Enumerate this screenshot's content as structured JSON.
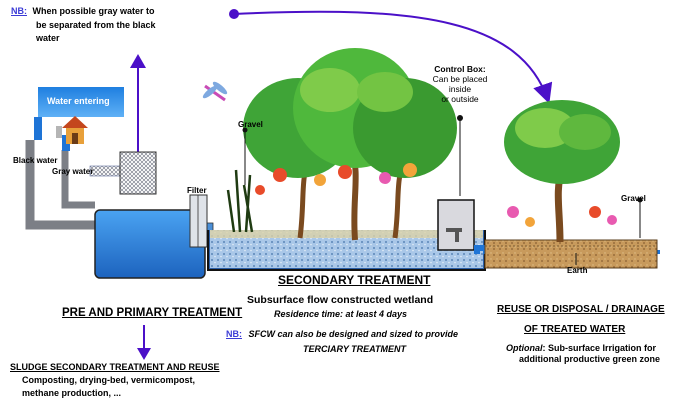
{
  "note_top": {
    "nb": "NB:",
    "line1": "When possible gray water to",
    "line2": "be   separated  from  the  black",
    "line3": "water"
  },
  "labels": {
    "water_entering": "Water entering",
    "black_water": "Black water",
    "gray_water": "Gray water",
    "filter": "Filter",
    "gravel_left": "Gravel",
    "gravel_right": "Gravel",
    "earth": "Earth",
    "control_box_title": "Control Box:",
    "control_box_1": "Can be placed",
    "control_box_2": "inside",
    "control_box_3": "or outside"
  },
  "primary": {
    "title": "PRE AND PRIMARY TREATMENT"
  },
  "secondary": {
    "title": "SECONDARY TREATMENT",
    "subtitle": "Subsurface flow constructed wetland",
    "residence": "Residence time: at least 4 days",
    "nb": "NB:",
    "note1": "SFCW can also be designed and sized to provide",
    "note2": "TERCIARY TREATMENT"
  },
  "reuse": {
    "title1": "REUSE OR DISPOSAL / DRAINAGE",
    "title2": "OF TREATED WATER",
    "optional_label": "Optional",
    "optional_text": ": Sub-surface Irrigation for",
    "optional_text2": "additional productive green zone"
  },
  "sludge": {
    "title": "SLUDGE   SECONDARY   TREATMENT   AND   REUSE",
    "line1": "Composting,    drying-bed,    vermicompost,",
    "line2": "methane production, ..."
  },
  "colors": {
    "arrow": "#4b10c8",
    "water_blue": "#1e74d6",
    "pipe_gray": "#7c7f86",
    "tank_blue": "#2f86e0"
  }
}
